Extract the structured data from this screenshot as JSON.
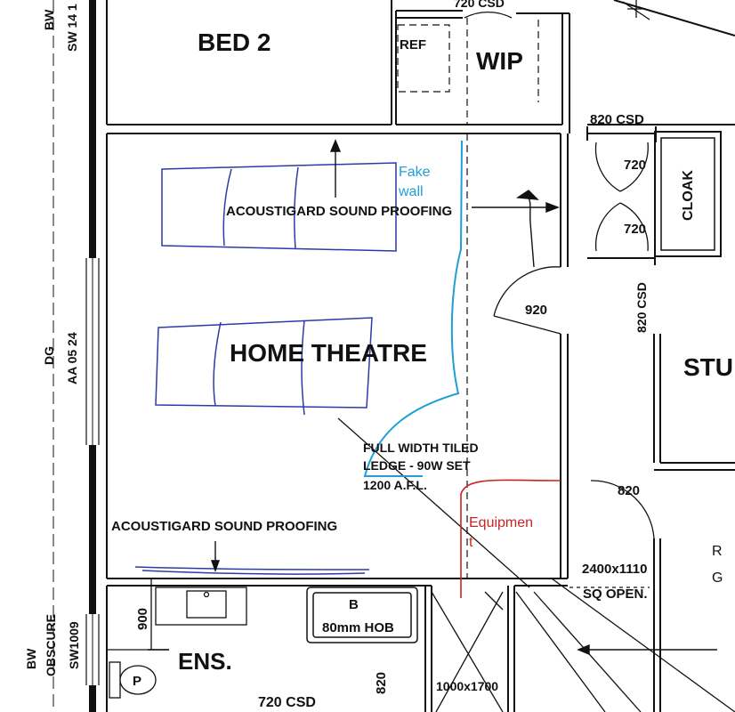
{
  "rooms": {
    "bed2": "BED 2",
    "wip": "WIP",
    "ref": "REF",
    "home_theatre": "HOME THEATRE",
    "cloak": "CLOAK",
    "ens": "ENS.",
    "study_partial": "STU"
  },
  "doors": {
    "csd_top": "720 CSD",
    "csd_820_top": "820 CSD",
    "cloak_720_a": "720",
    "cloak_720_b": "720",
    "door_920": "920",
    "csd_820_right": "820 CSD",
    "door_820": "820",
    "csd_bottom": "720 CSD",
    "dim_820_bottom": "820"
  },
  "annotations": {
    "sound_top": "ACOUSTIGARD SOUND PROOFING",
    "sound_bottom": "ACOUSTIGARD SOUND PROOFING",
    "ledge_1": "FULL WIDTH TILED",
    "ledge_2": "LEDGE - 90W SET",
    "ledge_3": "1200 A.F.L.",
    "opening_1": "2400x1110",
    "opening_2": "SQ OPEN.",
    "bath_b": "B",
    "bath_hob": "80mm HOB",
    "shower": "1000x1700",
    "dim_900": "900",
    "partial_r": "R",
    "partial_g": "G"
  },
  "windows": {
    "bw_top": "BW",
    "sw_top": "SW 14 1",
    "dg": "DG",
    "aa": "AA 05 24",
    "bw_bottom": "BW",
    "obscure": "OBSCURE",
    "sw_bottom": "SW1009"
  },
  "fixtures": {
    "toilet": "P"
  },
  "handwritten": {
    "fake_1": "Fake",
    "fake_2": "wall",
    "equip_1": "Equipmen",
    "equip_2": "t"
  },
  "colors": {
    "wall": "#111111",
    "sketch_blue": "#2d3aa8",
    "fake_wall": "#1e9fd6",
    "equipment": "#cc2222"
  }
}
